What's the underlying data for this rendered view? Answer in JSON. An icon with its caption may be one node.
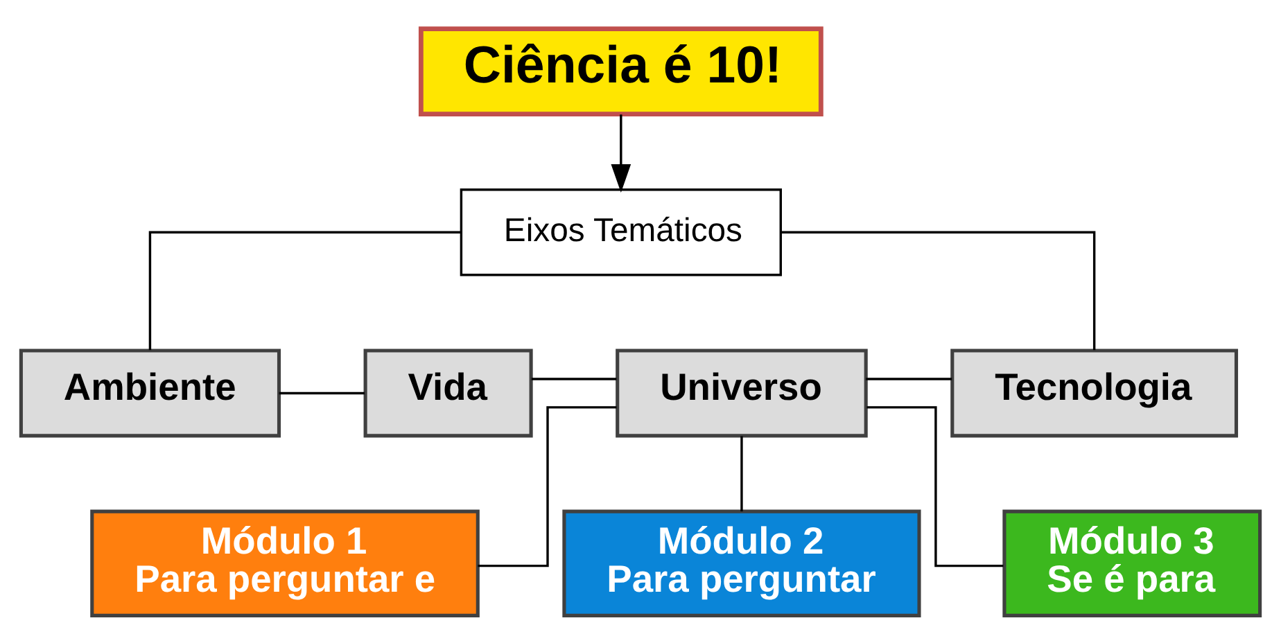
{
  "diagram": {
    "nodes": [
      {
        "text": [
          "Ciência é 10!"
        ]
      },
      {
        "text": [
          "Eixos Temáticos"
        ]
      },
      {
        "text": [
          "Ambiente"
        ]
      },
      {
        "text": [
          "Vida"
        ]
      },
      {
        "text": [
          "Universo"
        ]
      },
      {
        "text": [
          "Tecnologia"
        ]
      },
      {
        "text": [
          "Módulo 1",
          "Para perguntar e"
        ]
      },
      {
        "text": [
          "Módulo 2",
          "Para perguntar"
        ]
      },
      {
        "text": [
          "Módulo 3",
          "Se é para"
        ]
      }
    ],
    "edges": [
      {
        "from": 0,
        "to": 1,
        "arrow": "to"
      },
      {
        "from": 1,
        "to": 2,
        "arrow": "none"
      },
      {
        "from": 1,
        "to": 5,
        "arrow": "none"
      },
      {
        "from": 2,
        "to": 3,
        "arrow": "none"
      },
      {
        "from": 3,
        "to": 4,
        "arrow": "none"
      },
      {
        "from": 4,
        "to": 5,
        "arrow": "none"
      },
      {
        "from": 4,
        "to": 6,
        "arrow": "none"
      },
      {
        "from": 4,
        "to": 7,
        "arrow": "none"
      },
      {
        "from": 4,
        "to": 8,
        "arrow": "none"
      }
    ]
  }
}
